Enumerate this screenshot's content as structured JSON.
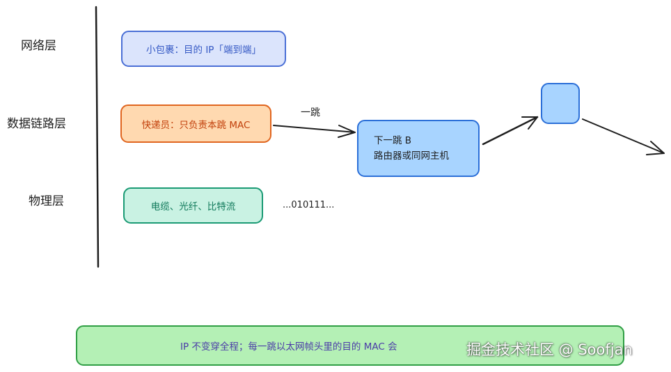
{
  "layers": {
    "network": "网络层",
    "datalink": "数据链路层",
    "physical": "物理层"
  },
  "boxes": {
    "packet": "小包裹：目的 IP「端到端」",
    "courier": "快递员：只负责本跳 MAC",
    "next_hop_line1": "下一跳 B",
    "next_hop_line2": "路由器或同网主机",
    "media": "电缆、光纤、比特流",
    "summary": "IP 不变穿全程；每一跳以太网帧头里的目的 MAC 会"
  },
  "annotations": {
    "hop": "一跳",
    "bits": "...010111..."
  },
  "watermark": "掘金技术社区 @ Soofjan",
  "colors": {
    "stroke": "#1e1e1e",
    "blue_fill": "#a8d4ff",
    "blue_stroke": "#2b6fd8"
  }
}
